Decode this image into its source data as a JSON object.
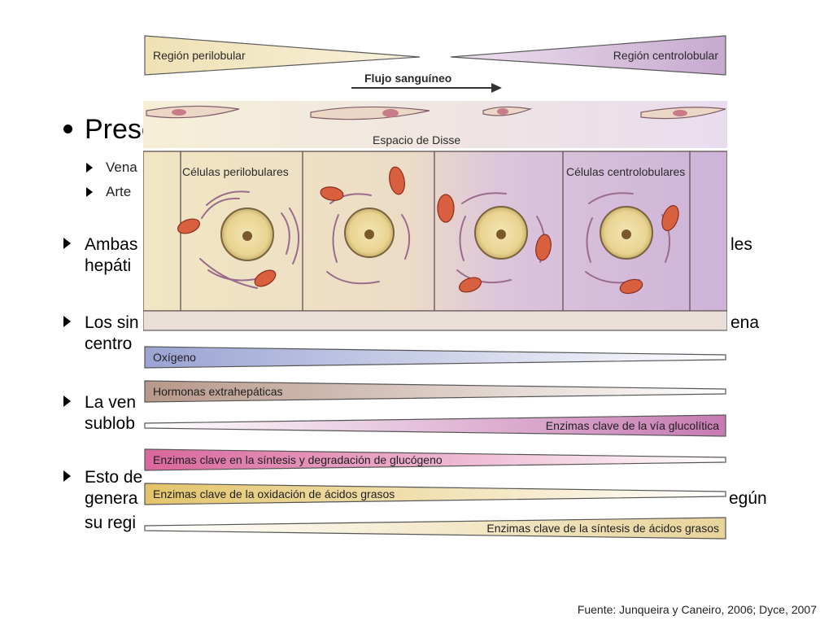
{
  "slide": {
    "title_visible": "Prese",
    "sub_bullets": [
      "Vena",
      "Arte"
    ],
    "bullets": [
      {
        "line1_left": "Ambas",
        "line1_right": "les",
        "line2_left": "hepáti"
      },
      {
        "line1_left": "Los sin",
        "line1_right": "ena",
        "line2_left": "centro"
      },
      {
        "line1_left": "La ven",
        "line2_left": "sublob"
      },
      {
        "line1_left": "Esto de",
        "line2_left": "genera",
        "line2_right": "egún",
        "line3_left": "su regi"
      }
    ],
    "source": "Fuente:  Junqueira y Caneiro, 2006; Dyce, 2007"
  },
  "figure": {
    "region_left": "Región perilobular",
    "region_right": "Región centrolobular",
    "flow_label": "Flujo sanguíneo",
    "disse_label": "Espacio de Disse",
    "cells_left": "Células perilobulares",
    "cells_right": "Células centrolobulares",
    "gradients": [
      {
        "label": "Oxígeno",
        "direction": "left",
        "color": "#9aa3d2"
      },
      {
        "label": "Hormonas extrahepáticas",
        "direction": "left",
        "color": "#b7988a"
      },
      {
        "label": "Enzimas clave de la vía glucolítica",
        "direction": "right",
        "color": "#c67ab2"
      },
      {
        "label": "Enzimas clave en la síntesis y degradación de glucógeno",
        "direction": "left",
        "color": "#d9669c"
      },
      {
        "label": "Enzimas clave de la oxidación de ácidos grasos",
        "direction": "left",
        "color": "#e3c46a"
      },
      {
        "label": "Enzimas clave de la síntesis de ácidos grasos",
        "direction": "right",
        "color": "#e8d49a"
      }
    ]
  }
}
